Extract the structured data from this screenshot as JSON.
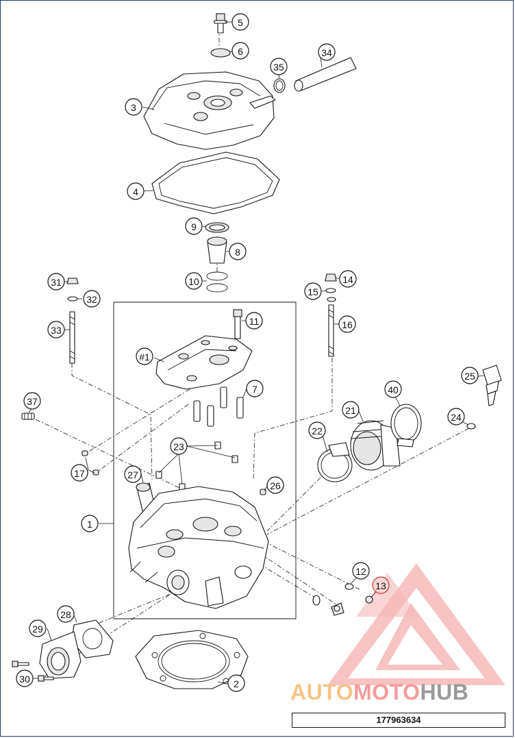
{
  "diagram": {
    "part_number": "177963634",
    "callouts": [
      {
        "label": "1"
      },
      {
        "label": "2"
      },
      {
        "label": "3"
      },
      {
        "label": "4"
      },
      {
        "label": "5"
      },
      {
        "label": "6"
      },
      {
        "label": "7"
      },
      {
        "label": "8"
      },
      {
        "label": "9"
      },
      {
        "label": "10"
      },
      {
        "label": "11"
      },
      {
        "label": "12"
      },
      {
        "label": "13"
      },
      {
        "label": "14"
      },
      {
        "label": "15"
      },
      {
        "label": "16"
      },
      {
        "label": "17"
      },
      {
        "label": "21"
      },
      {
        "label": "22"
      },
      {
        "label": "23"
      },
      {
        "label": "24"
      },
      {
        "label": "25"
      },
      {
        "label": "26"
      },
      {
        "label": "27"
      },
      {
        "label": "28"
      },
      {
        "label": "29"
      },
      {
        "label": "30"
      },
      {
        "label": "31"
      },
      {
        "label": "32"
      },
      {
        "label": "33"
      },
      {
        "label": "34"
      },
      {
        "label": "35"
      },
      {
        "label": "37"
      },
      {
        "label": "40"
      },
      {
        "label": "#1"
      }
    ]
  },
  "watermark": {
    "part1": "AUTO",
    "part2": "MOTO",
    "part3": "HUB",
    "colors": {
      "auto": "#f6c488",
      "moto": "#f39c9c",
      "hub": "#9a9a9a",
      "triangle": "#f4a0a0"
    }
  }
}
